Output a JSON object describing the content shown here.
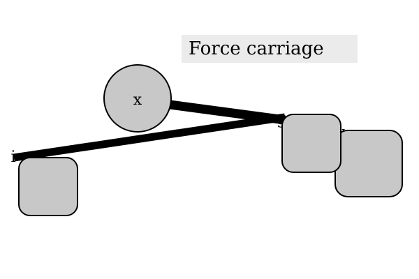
{
  "diagram": {
    "title": "Force carriage",
    "center_node": {
      "label": "x"
    },
    "pin_labels": [
      "i",
      "g",
      "y"
    ],
    "colors": {
      "node_fill": "#c8c8c8",
      "node_stroke": "#000000",
      "connector": "#000000",
      "title_background": "#ebebeb"
    }
  }
}
